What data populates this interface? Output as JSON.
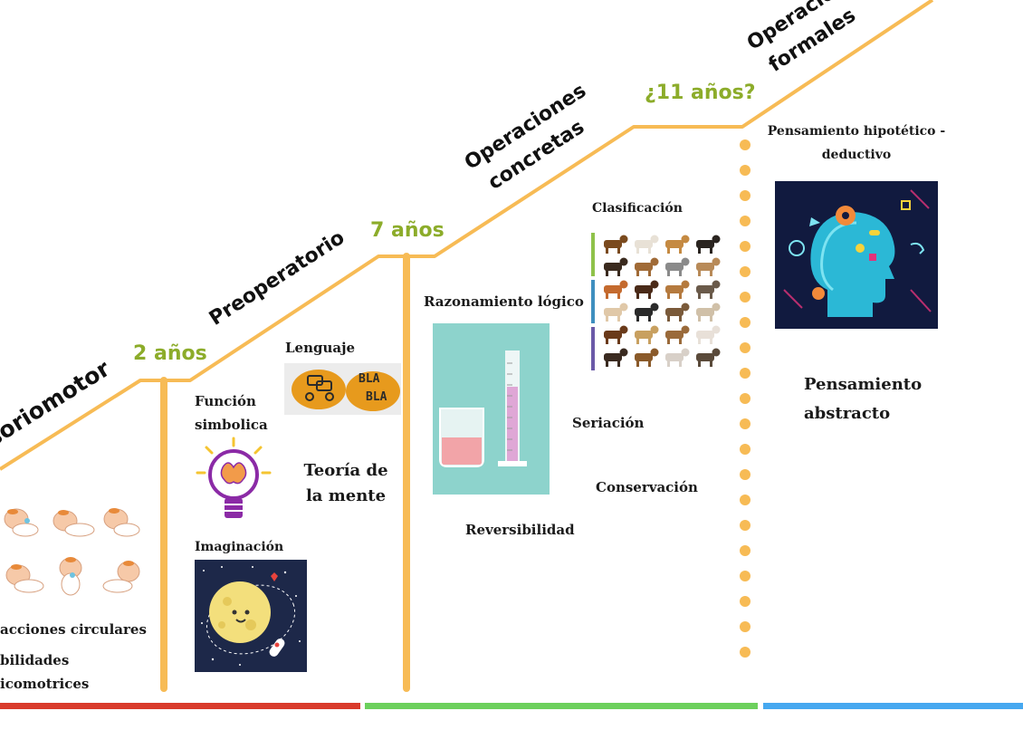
{
  "stages": [
    {
      "title": "soriomotor"
    },
    {
      "title": "Preoperatorio"
    },
    {
      "title_line1": "Operaciones",
      "title_line2": "concretas"
    },
    {
      "title_line1": "Operacion",
      "title_line2": "formales"
    }
  ],
  "ages": [
    "2 años",
    "7 años",
    "¿11 años?"
  ],
  "sensorimotor": {
    "items": [
      "acciones circulares",
      "bilidades",
      "icomotrices"
    ]
  },
  "preoperational": {
    "lenguaje": "Lenguaje",
    "bla1": "BLA",
    "bla2": "BLA",
    "funcion_line1": "Función",
    "funcion_line2": "simbolica",
    "teoria_line1": "Teoría de",
    "teoria_line2": "la mente",
    "imaginacion": "Imaginación"
  },
  "concrete": {
    "clasificacion": "Clasificación",
    "razonamiento": "Razonamiento lógico",
    "seriacion": "Seriación",
    "conservacion": "Conservación",
    "reversibilidad": "Reversibilidad"
  },
  "formal": {
    "hipotetico_line1": "Pensamiento hipotético -",
    "hipotetico_line2": "deductivo",
    "abstracto_line1": "Pensamiento",
    "abstracto_line2": "abstracto"
  },
  "colors": {
    "staircase": "#f7bb55",
    "age_text": "#8cac2a",
    "bar_red": "#d93a2b",
    "bar_green": "#6cd05c",
    "bar_blue": "#46a8f0"
  }
}
